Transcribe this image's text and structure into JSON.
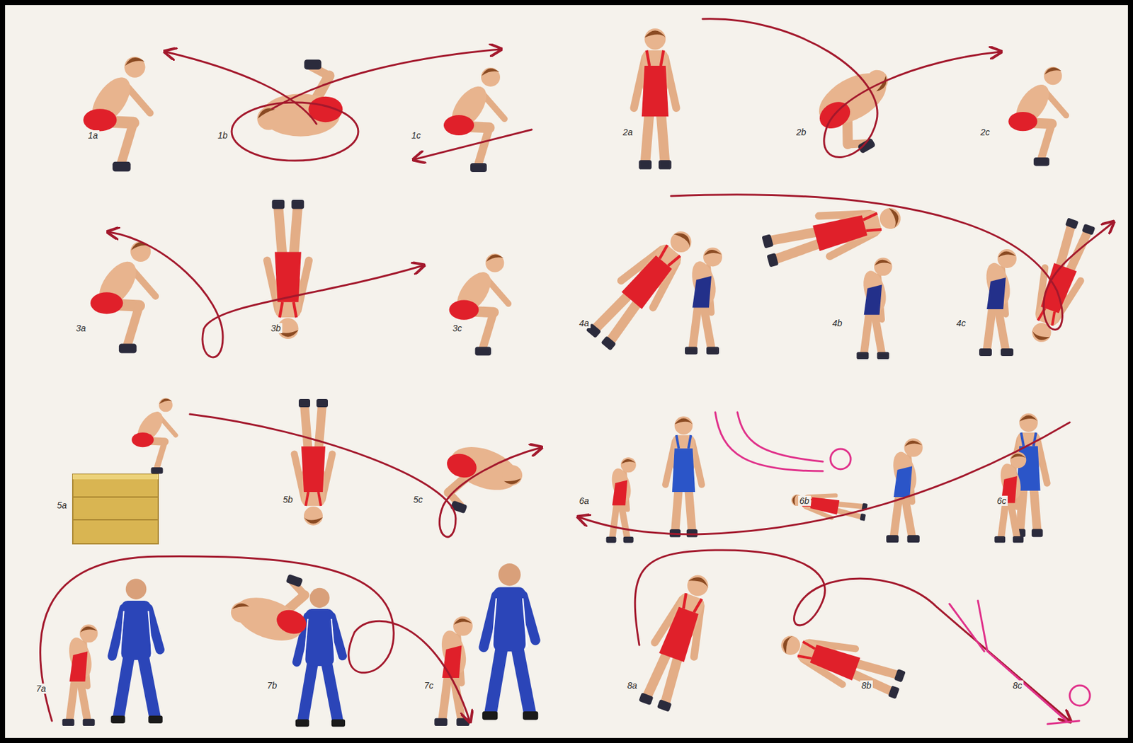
{
  "diagram": {
    "labels": [
      "1a",
      "1b",
      "1c",
      "2a",
      "2b",
      "2c",
      "3a",
      "3b",
      "3c",
      "4a",
      "4b",
      "4c",
      "5a",
      "5b",
      "5c",
      "6a",
      "6b",
      "6c",
      "7a",
      "7b",
      "7c",
      "8a",
      "8b",
      "8c"
    ]
  }
}
